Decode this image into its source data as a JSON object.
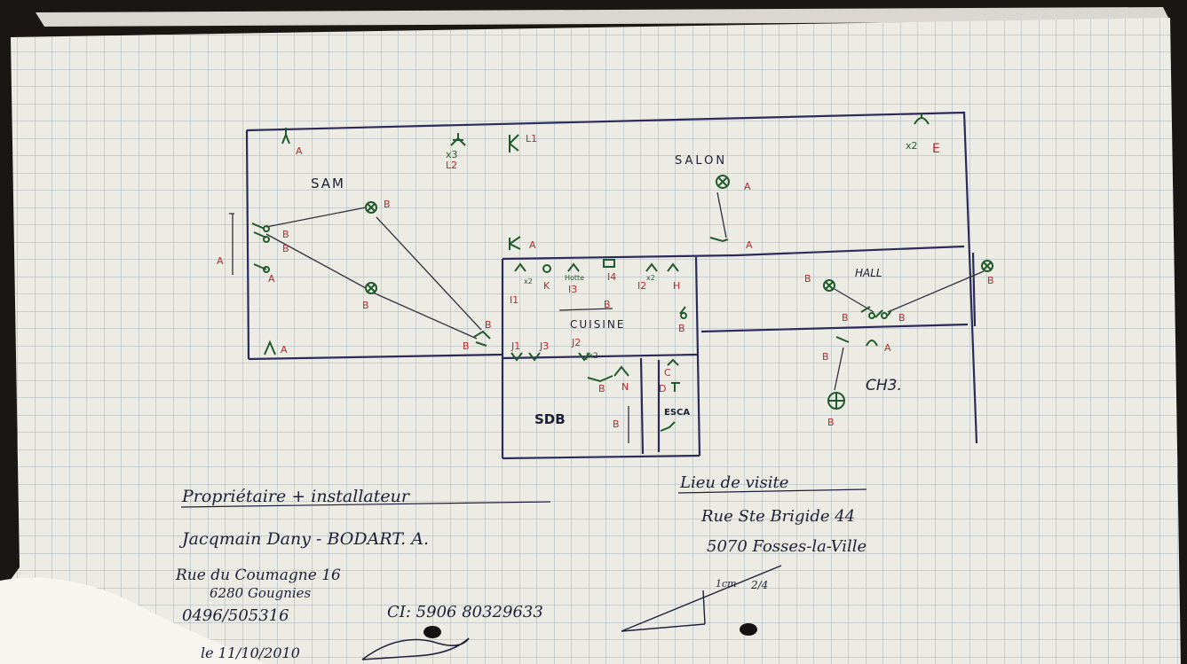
{
  "rooms": {
    "sam": "SAM",
    "salon": "SALON",
    "hall": "HALL",
    "cuisine": "CUISINE",
    "ch3": "CH3.",
    "sdb": "SDB",
    "esca": "ESCA"
  },
  "symbols": {
    "a": "A",
    "b": "B",
    "c": "C",
    "d": "D",
    "e": "E",
    "h": "H",
    "k": "K",
    "n": "N",
    "x2": "x2",
    "x3": "x3",
    "l1": "L1",
    "l2": "L2",
    "i1": "I1",
    "i2": "I2",
    "i3": "I3",
    "i4": "I4",
    "j1": "J1",
    "j2": "J2",
    "j3": "J3",
    "hotte": "Hotte",
    "jx2": "Jx2"
  },
  "notes": {
    "owner_heading": "Propriétaire + installateur",
    "owner_names": "Jacqmain Dany - BODART. A.",
    "owner_street": "Rue du Coumagne 16",
    "owner_city": "6280 Gougnies",
    "phone": "0496/505316",
    "ci": "CI: 5906 80329633",
    "date": "le 11/10/2010",
    "visit_heading": "Lieu de visite",
    "visit_street": "Rue Ste Brigide 44",
    "visit_city": "5070 Fosses-la-Ville",
    "scale_top": "1cm",
    "scale_bottom": "2/4"
  },
  "colors": {
    "paper": "#ecebe4",
    "grid": "#9fa9b3",
    "ink_blue": "#2b2a5a",
    "ink_red": "#b72a2a",
    "ink_green": "#1f5a2a",
    "background": "#1a1614"
  }
}
